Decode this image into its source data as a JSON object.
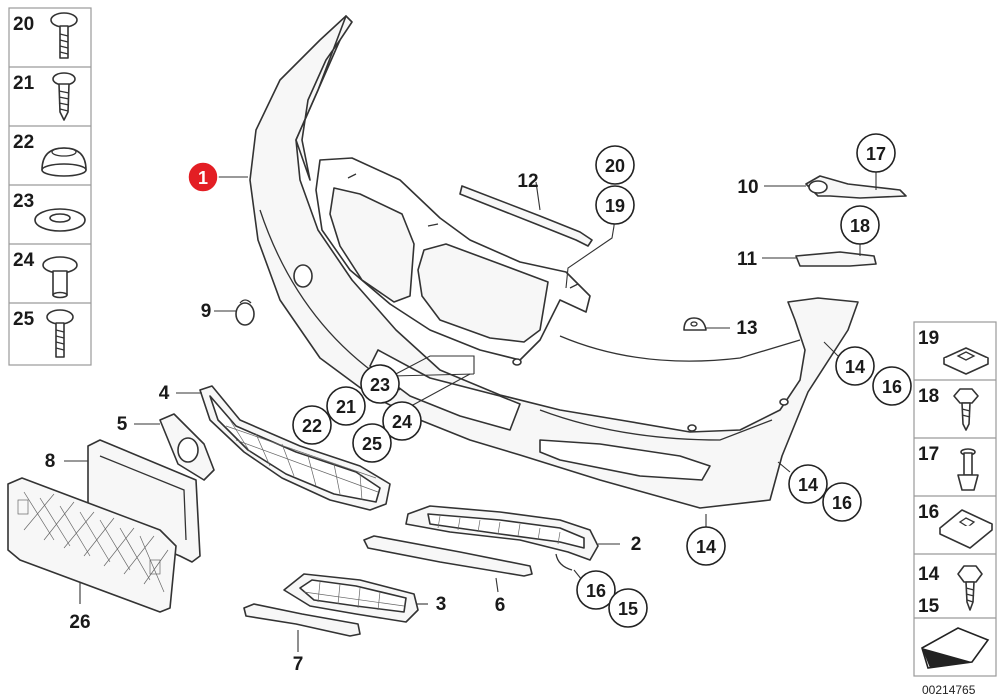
{
  "diagram": {
    "highlighted_callout": "1",
    "highlight_color": "#e31e24",
    "image_code": "00214765",
    "left_fastener_panel": [
      "20",
      "21",
      "22",
      "23",
      "24",
      "25"
    ],
    "right_fastener_panel": [
      {
        "id": "r19",
        "labels": [
          "19"
        ]
      },
      {
        "id": "r18",
        "labels": [
          "18"
        ]
      },
      {
        "id": "r17",
        "labels": [
          "17"
        ]
      },
      {
        "id": "r16",
        "labels": [
          "16"
        ]
      },
      {
        "id": "r1415",
        "labels": [
          "14",
          "15"
        ]
      }
    ],
    "callouts": {
      "c2": "2",
      "c3": "3",
      "c4": "4",
      "c5": "5",
      "c6": "6",
      "c7": "7",
      "c8": "8",
      "c9": "9",
      "c10": "10",
      "c11": "11",
      "c12": "12",
      "c13": "13",
      "c26": "26",
      "c17": "17",
      "c18": "18",
      "c19": "19",
      "c20": "20",
      "c14a": "14",
      "c16a": "16",
      "c14b": "14",
      "c16b": "16",
      "c14c": "14",
      "c16c": "16",
      "c15c": "15",
      "c21": "21",
      "c22": "22",
      "c23": "23",
      "c24": "24",
      "c25": "25"
    }
  }
}
